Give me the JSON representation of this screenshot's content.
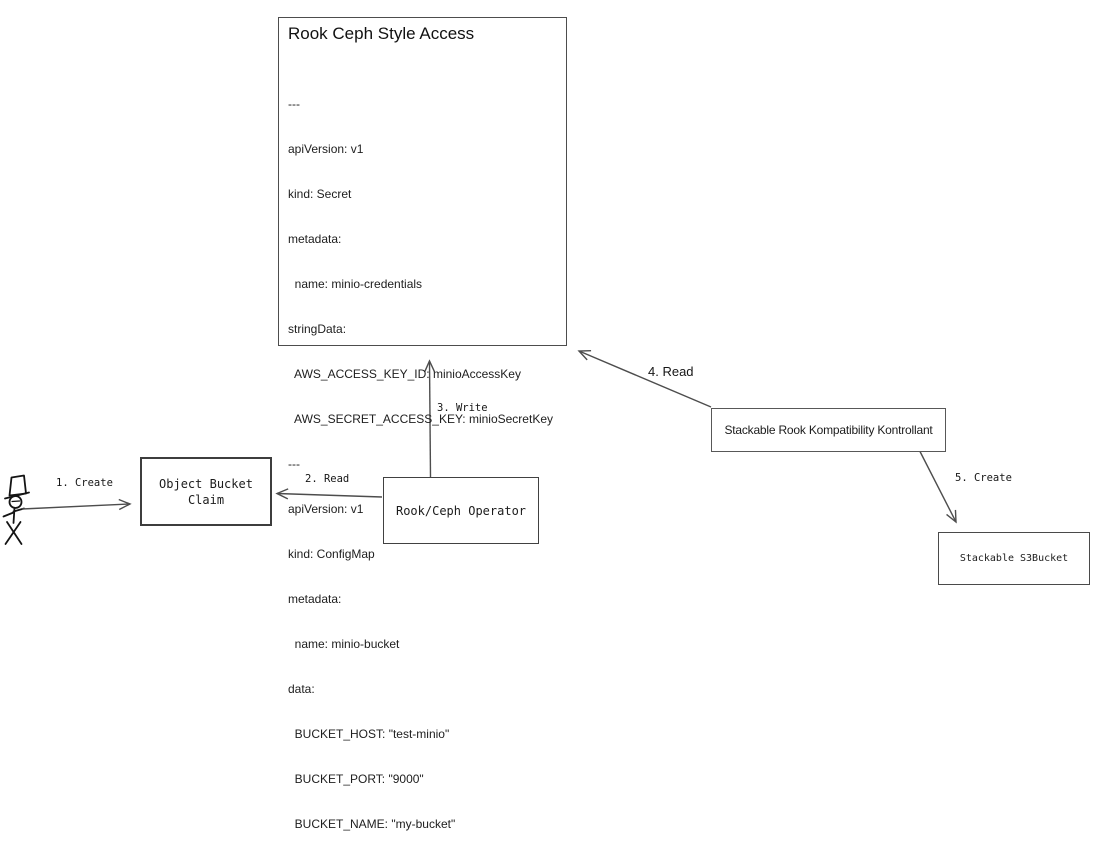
{
  "diagram": {
    "background": "#ffffff",
    "line_color": "#4d4d4d",
    "access_box": {
      "title": "Rook Ceph Style Access",
      "yaml_lines": [
        "---",
        "apiVersion: v1",
        "kind: Secret",
        "metadata:",
        "  name: minio-credentials",
        "stringData:",
        "  AWS_ACCESS_KEY_ID: minioAccessKey",
        "  AWS_SECRET_ACCESS_KEY: minioSecretKey",
        "---",
        "apiVersion: v1",
        "kind: ConfigMap",
        "metadata:",
        "  name: minio-bucket",
        "data:",
        "  BUCKET_HOST: \"test-minio\"",
        "  BUCKET_PORT: \"9000\"",
        "  BUCKET_NAME: \"my-bucket\""
      ]
    },
    "nodes": {
      "object_bucket_claim": {
        "label": "Object Bucket Claim"
      },
      "rook_ceph_operator": {
        "label": "Rook/Ceph Operator"
      },
      "stackable_kontrollant": {
        "label": "Stackable Rook Kompatibility Kontrollant"
      },
      "stackable_s3bucket": {
        "label": "Stackable S3Bucket"
      }
    },
    "arrows": [
      {
        "label": "1. Create",
        "from": "user-figure",
        "to": "object-bucket-claim"
      },
      {
        "label": "2. Read",
        "from": "rook-ceph-operator",
        "to": "object-bucket-claim"
      },
      {
        "label": "3. Write",
        "from": "rook-ceph-operator",
        "to": "rook-ceph-style-access"
      },
      {
        "label": "4. Read",
        "from": "stackable-kontrollant",
        "to": "rook-ceph-style-access"
      },
      {
        "label": "5. Create",
        "from": "stackable-kontrollant",
        "to": "stackable-s3bucket"
      }
    ]
  }
}
